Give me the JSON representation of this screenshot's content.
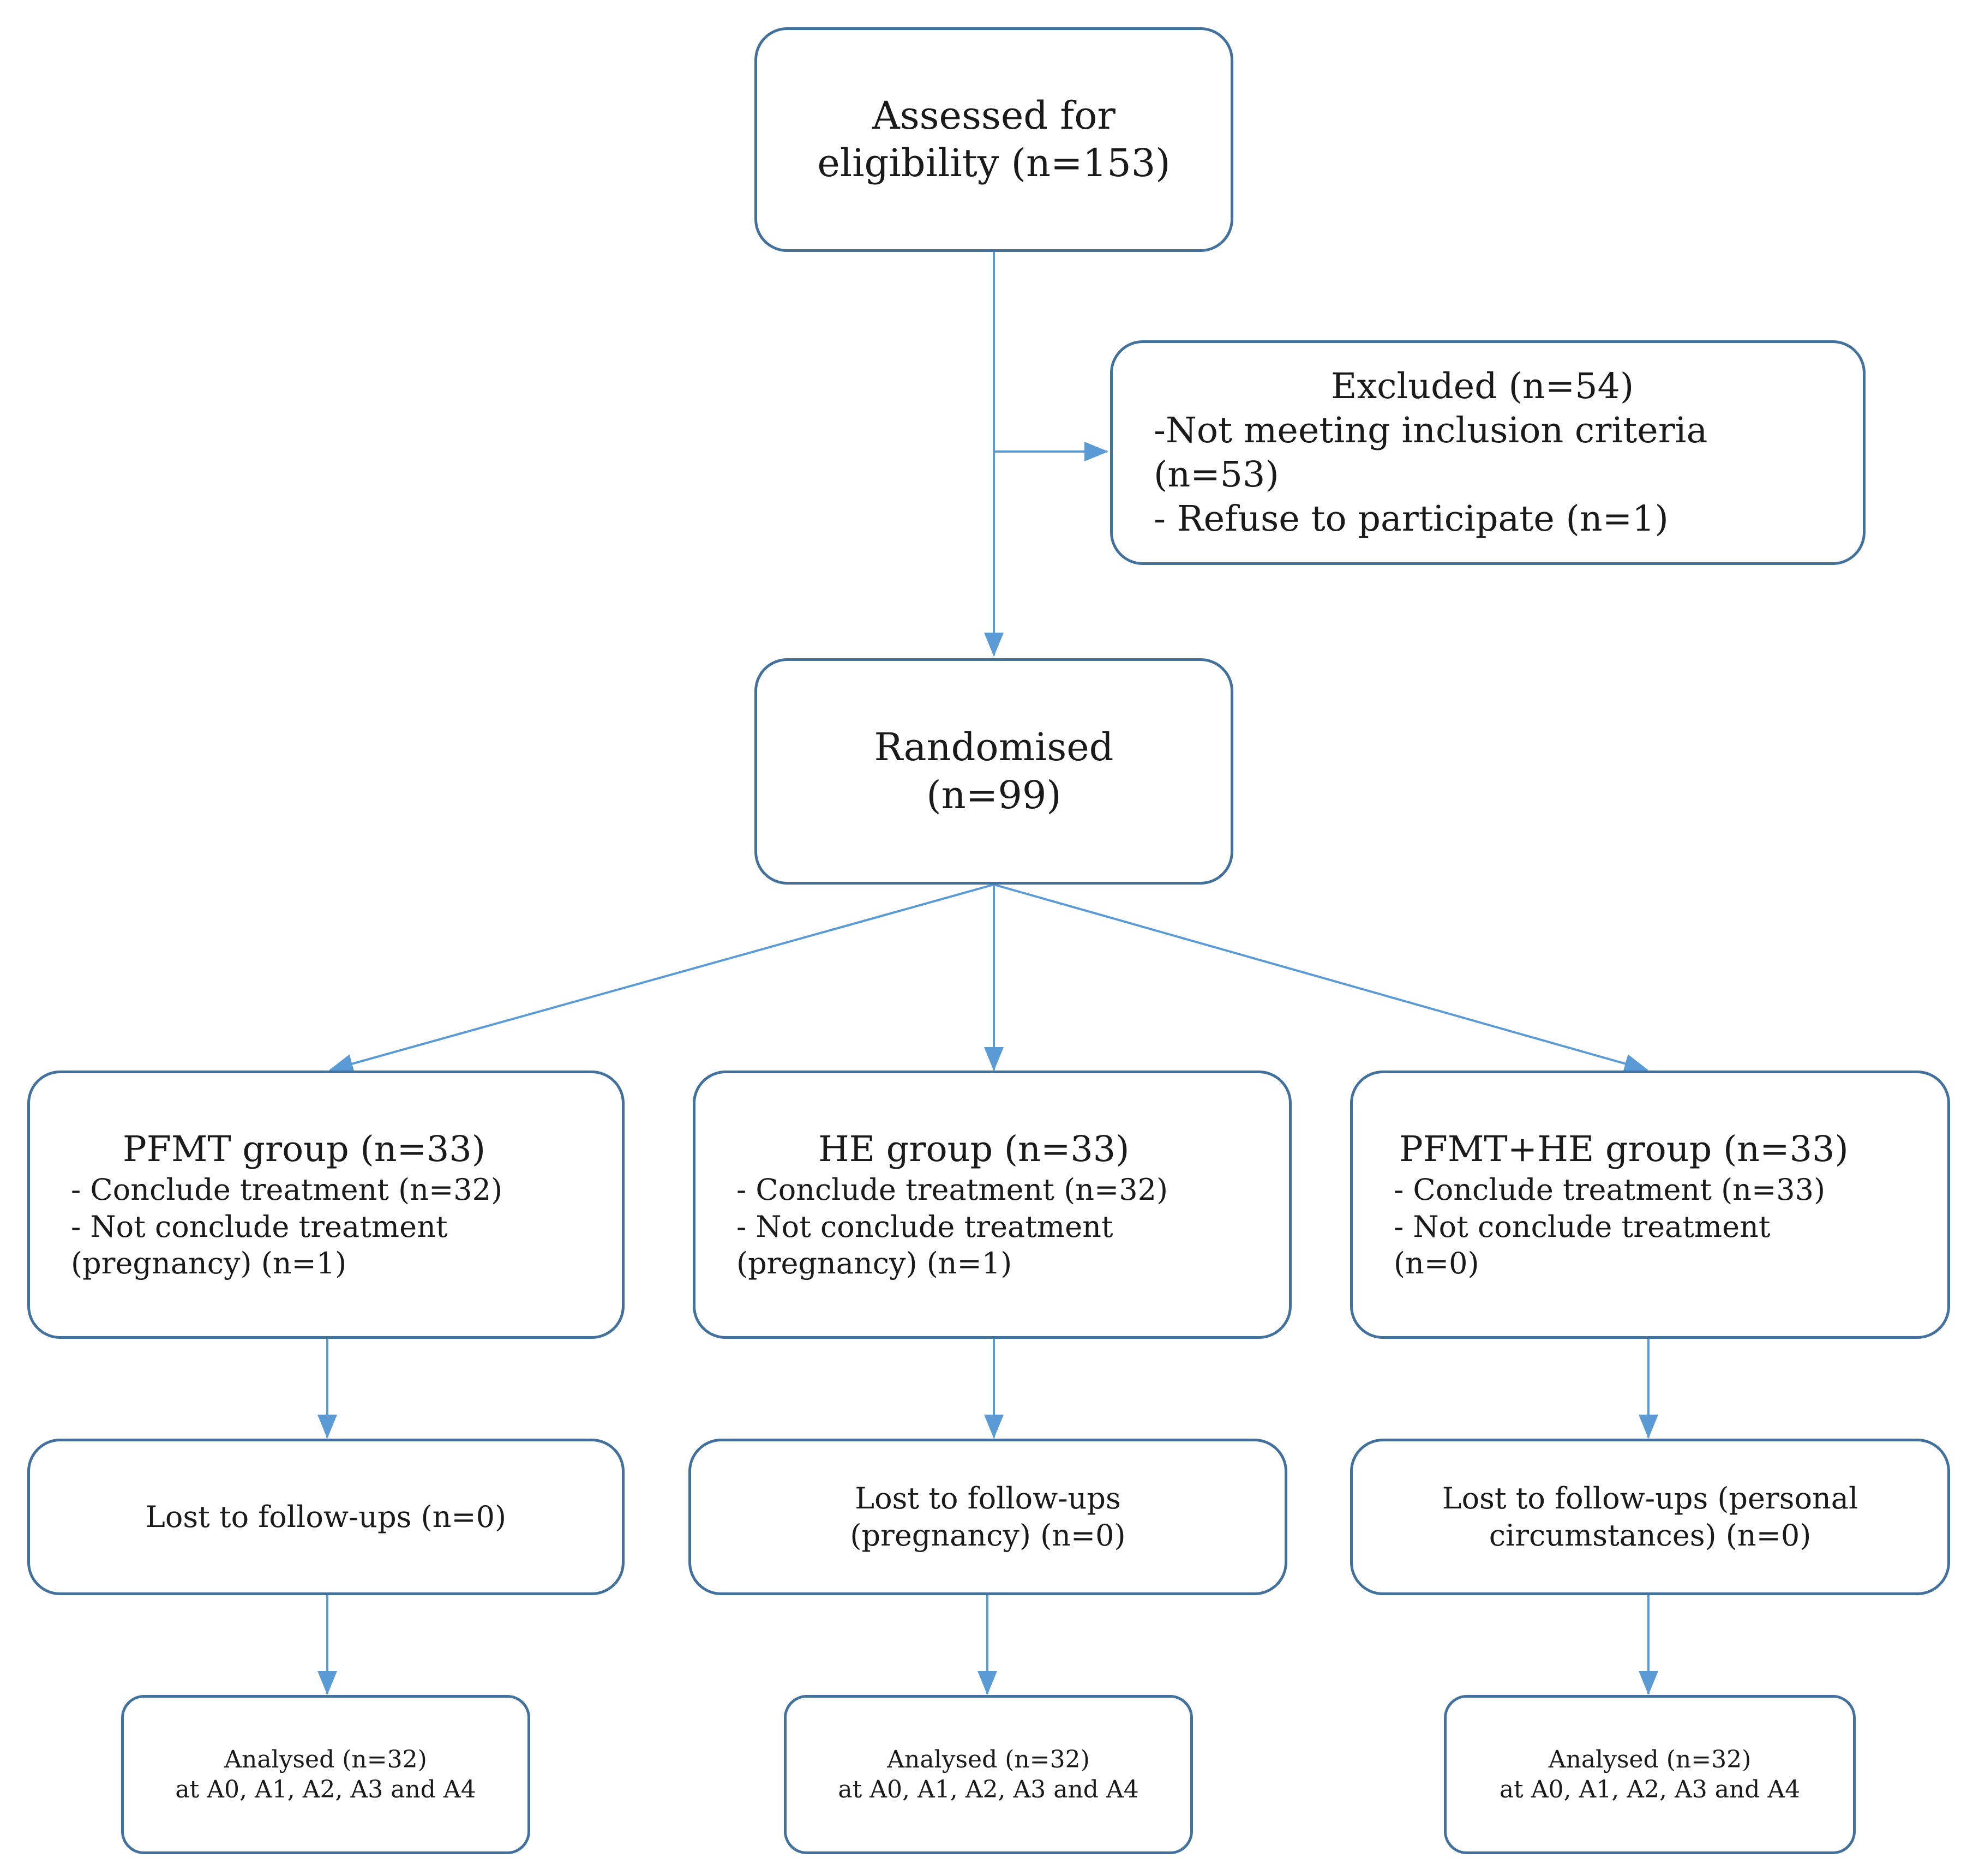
{
  "diagram": {
    "assessed": {
      "line1": "Assessed for",
      "line2": "eligibility (n=153)"
    },
    "excluded": {
      "title": "Excluded (n=54)",
      "line1": "-Not meeting inclusion criteria",
      "line2": "(n=53)",
      "line3": "- Refuse to participate (n=1)"
    },
    "randomised": {
      "line1": "Randomised",
      "line2": "(n=99)"
    },
    "groups": [
      {
        "title": "PFMT group (n=33)",
        "line1": "- Conclude treatment (n=32)",
        "line2": "- Not conclude treatment",
        "line3": "(pregnancy) (n=1)"
      },
      {
        "title": "HE group (n=33)",
        "line1": "- Conclude treatment (n=32)",
        "line2": "- Not conclude treatment",
        "line3": "(pregnancy) (n=1)"
      },
      {
        "title": "PFMT+HE group (n=33)",
        "line1": "- Conclude treatment (n=33)",
        "line2": "- Not conclude treatment",
        "line3": "(n=0)"
      }
    ],
    "lost": [
      {
        "line1": "Lost to follow-ups (n=0)",
        "line2": ""
      },
      {
        "line1": "Lost to follow-ups",
        "line2": "(pregnancy) (n=0)"
      },
      {
        "line1": "Lost to follow-ups (personal",
        "line2": "circumstances) (n=0)"
      }
    ],
    "analysed": [
      {
        "line1": "Analysed (n=32)",
        "line2": "at A0, A1, A2, A3 and A4"
      },
      {
        "line1": "Analysed (n=32)",
        "line2": "at A0, A1, A2, A3 and A4"
      },
      {
        "line1": "Analysed (n=32)",
        "line2": "at A0, A1, A2, A3 and A4"
      }
    ]
  },
  "colors": {
    "border": "#41719c",
    "arrow": "#5b9bd5",
    "text": "#1a1a1a"
  }
}
